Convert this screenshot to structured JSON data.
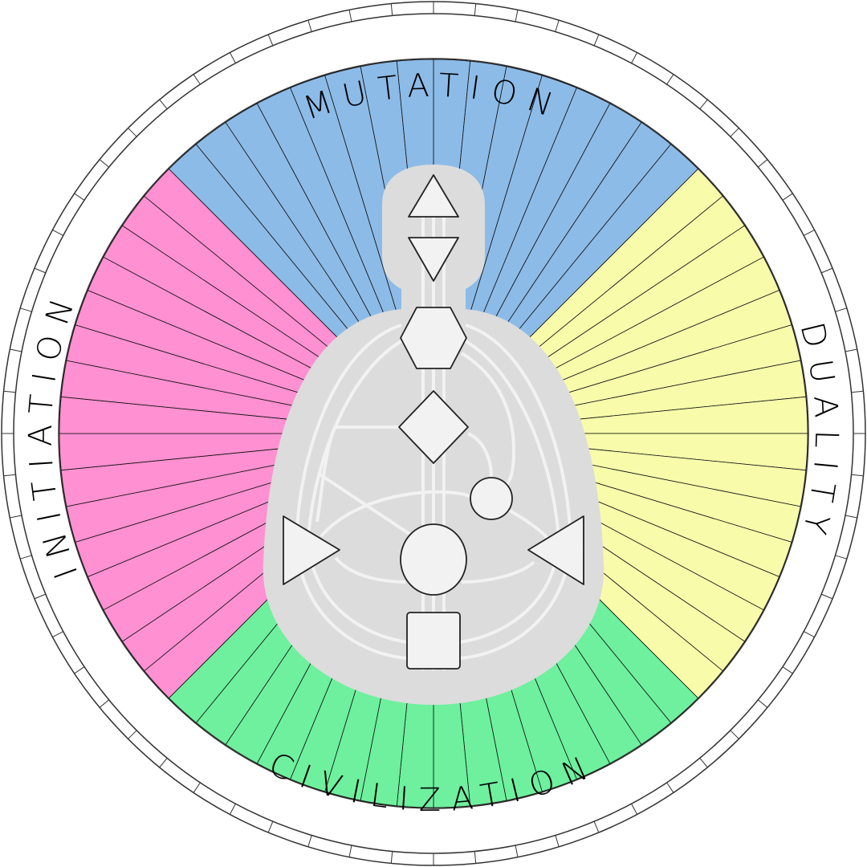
{
  "quarters": [
    {
      "label": "MUTATION",
      "color": "#8dbbe8",
      "position": "top"
    },
    {
      "label": "DUALITY",
      "color": "#f8fcaa",
      "position": "right"
    },
    {
      "label": "CIVILIZATION",
      "color": "#6ef09e",
      "position": "bottom"
    },
    {
      "label": "INITIATION",
      "color": "#ff90d2",
      "position": "left"
    }
  ],
  "gate_count": 64,
  "body_color": "#dcdcdc",
  "center_fill": "#f2f2f2",
  "centers": [
    "head-triangle",
    "ajna-triangle",
    "throat-hexagon",
    "g-diamond",
    "heart-circle",
    "sacral-circle",
    "root-square",
    "spleen-triangle",
    "solar-plexus-triangle"
  ]
}
